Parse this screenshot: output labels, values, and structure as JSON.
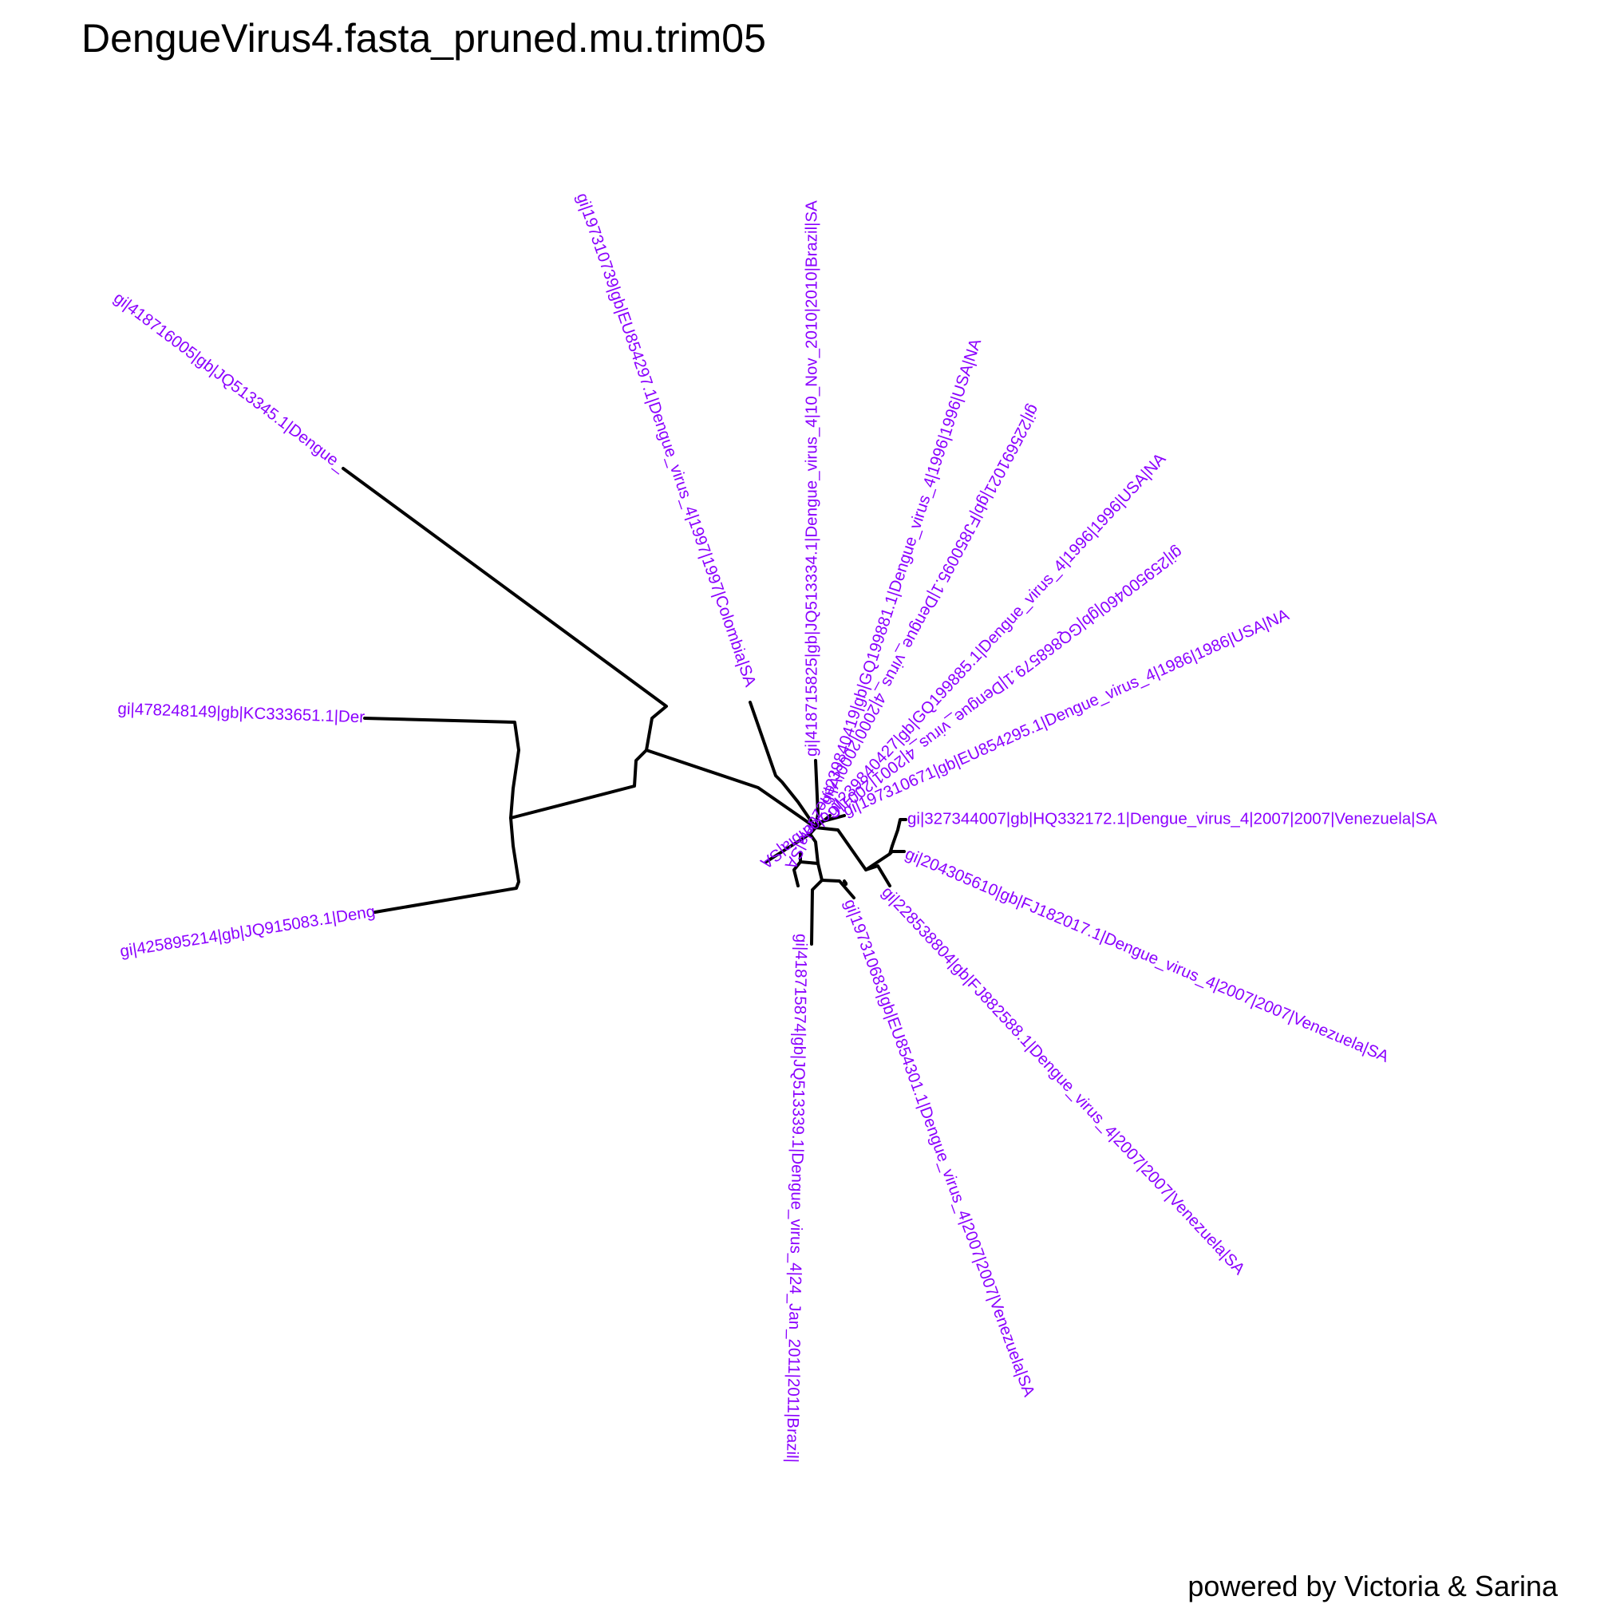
{
  "title": "DengueVirus4.fasta_pruned.mu.trim05",
  "footer": "powered by Victoria & Sarina",
  "colors": {
    "tip_label": "#8b00ff",
    "branch": "#000000",
    "background": "#ffffff",
    "text": "#000000"
  },
  "tree": {
    "layout": "unrooted-radial",
    "tips": [
      "gi|418716005|gb|JQ513345.1|Dengue_",
      "gi|478248149|gb|KC333651.1|Der",
      "gi|425895214|gb|JQ915083.1|Deng",
      "gi|197310739|gb|EU854297.1|Dengue_virus_4|1997|1997|Colombia|SA",
      "gi|418715825|gb|JQ513334.1|Dengue_virus_4|10_Nov_2010|2010|Brazil|SA",
      "gi|239840419|gb|GQ199881.1|Dengue_virus_4|1996|1996|USA|NA",
      "gi|239840427|gb|GQ199885.1|Dengue_virus_4|1996|1996|USA|NA",
      "gi|197310671|gb|EU854295.1|Dengue_virus_4|1986|1986|USA|NA",
      "gi|327344007|gb|HQ332172.1|Dengue_virus_4|2007|2007|Venezuela|SA",
      "gi|204305610|gb|FJ182017.1|Dengue_virus_4|2007|2007|Venezuela|SA",
      "gi|228538804|gb|FJ882588.1|Dengue_virus_4|2007|2007|Venezuela|SA",
      "gi|197310683|gb|EU854301.1|Dengue_virus_4|2007|2007|Venezuela|SA",
      "gi|418715874|gb|JQ513339.1|Dengue_virus_4|24_Jan_2011|2011|Brazil|",
      "gi|225691021|gb|FJ850095.1|Dengue_virus_4|2000|2000|Venezuela|SA",
      "gi|259500460|gb|GQ868579.1|Dengue_virus_4|2001|2001|Colombia|SA"
    ]
  }
}
